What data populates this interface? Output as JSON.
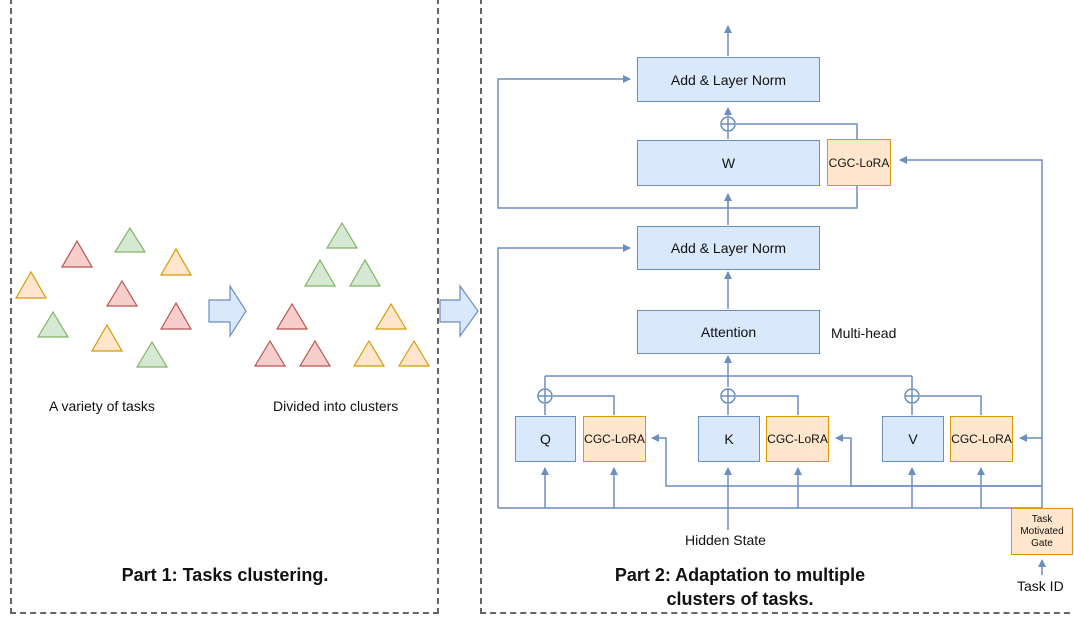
{
  "part1": {
    "title": "Part 1: Tasks clustering.",
    "label_variety": "A variety of tasks",
    "label_divided": "Divided into clusters"
  },
  "part2": {
    "title_line1": "Part 2: Adaptation to multiple",
    "title_line2": "clusters of tasks.",
    "add_norm_top": "Add & Layer Norm",
    "w_box": "W",
    "add_norm_mid": "Add & Layer Norm",
    "attention": "Attention",
    "multi_head": "Multi-head",
    "q_box": "Q",
    "k_box": "K",
    "v_box": "V",
    "cgc_lora": "CGC-LoRA",
    "hidden_state": "Hidden State",
    "gate_line1": "Task",
    "gate_line2": "Motivated",
    "gate_line3": "Gate",
    "task_id": "Task ID"
  },
  "colors": {
    "red": "#f8cecc",
    "red_border": "#b85450",
    "green": "#d5e8d4",
    "green_border": "#82b366",
    "orange": "#ffe6cc",
    "orange_border": "#d79b00",
    "blue": "#dae8fc",
    "blue_border": "#6c8ebf",
    "line": "#6c8ebf"
  }
}
